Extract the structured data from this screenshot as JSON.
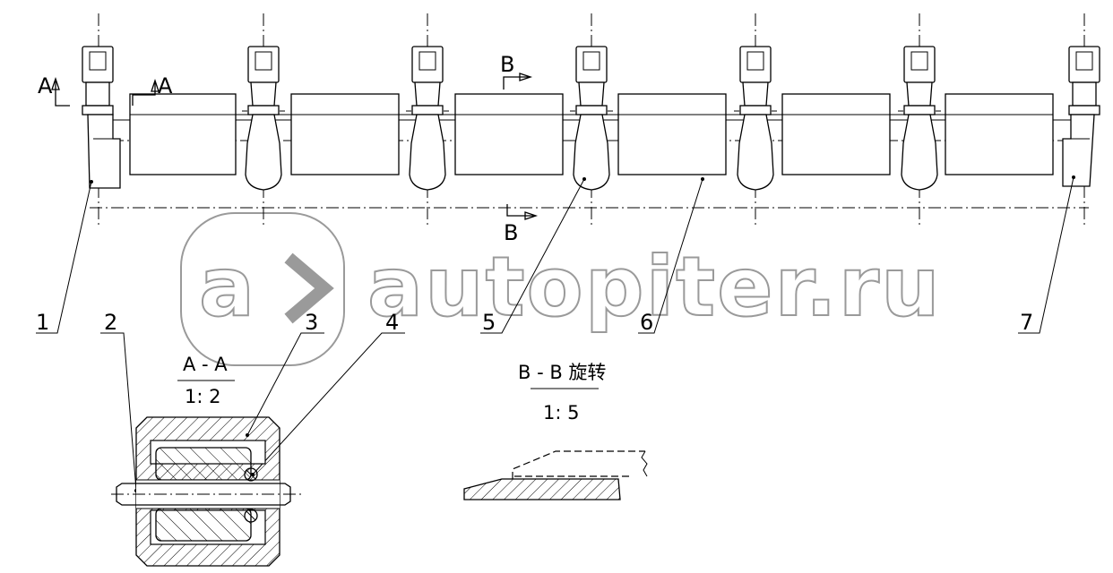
{
  "part_labels": [
    "1",
    "2",
    "3",
    "4",
    "5",
    "6",
    "7"
  ],
  "section_marks": {
    "a": "A",
    "b": "B"
  },
  "section_aa": {
    "title": "A - A",
    "scale": "1: 2"
  },
  "section_bb": {
    "title": "B - B 旋转",
    "scale": "1: 5"
  },
  "watermark": {
    "text": "autopiter.ru",
    "logo_letter": "a"
  }
}
